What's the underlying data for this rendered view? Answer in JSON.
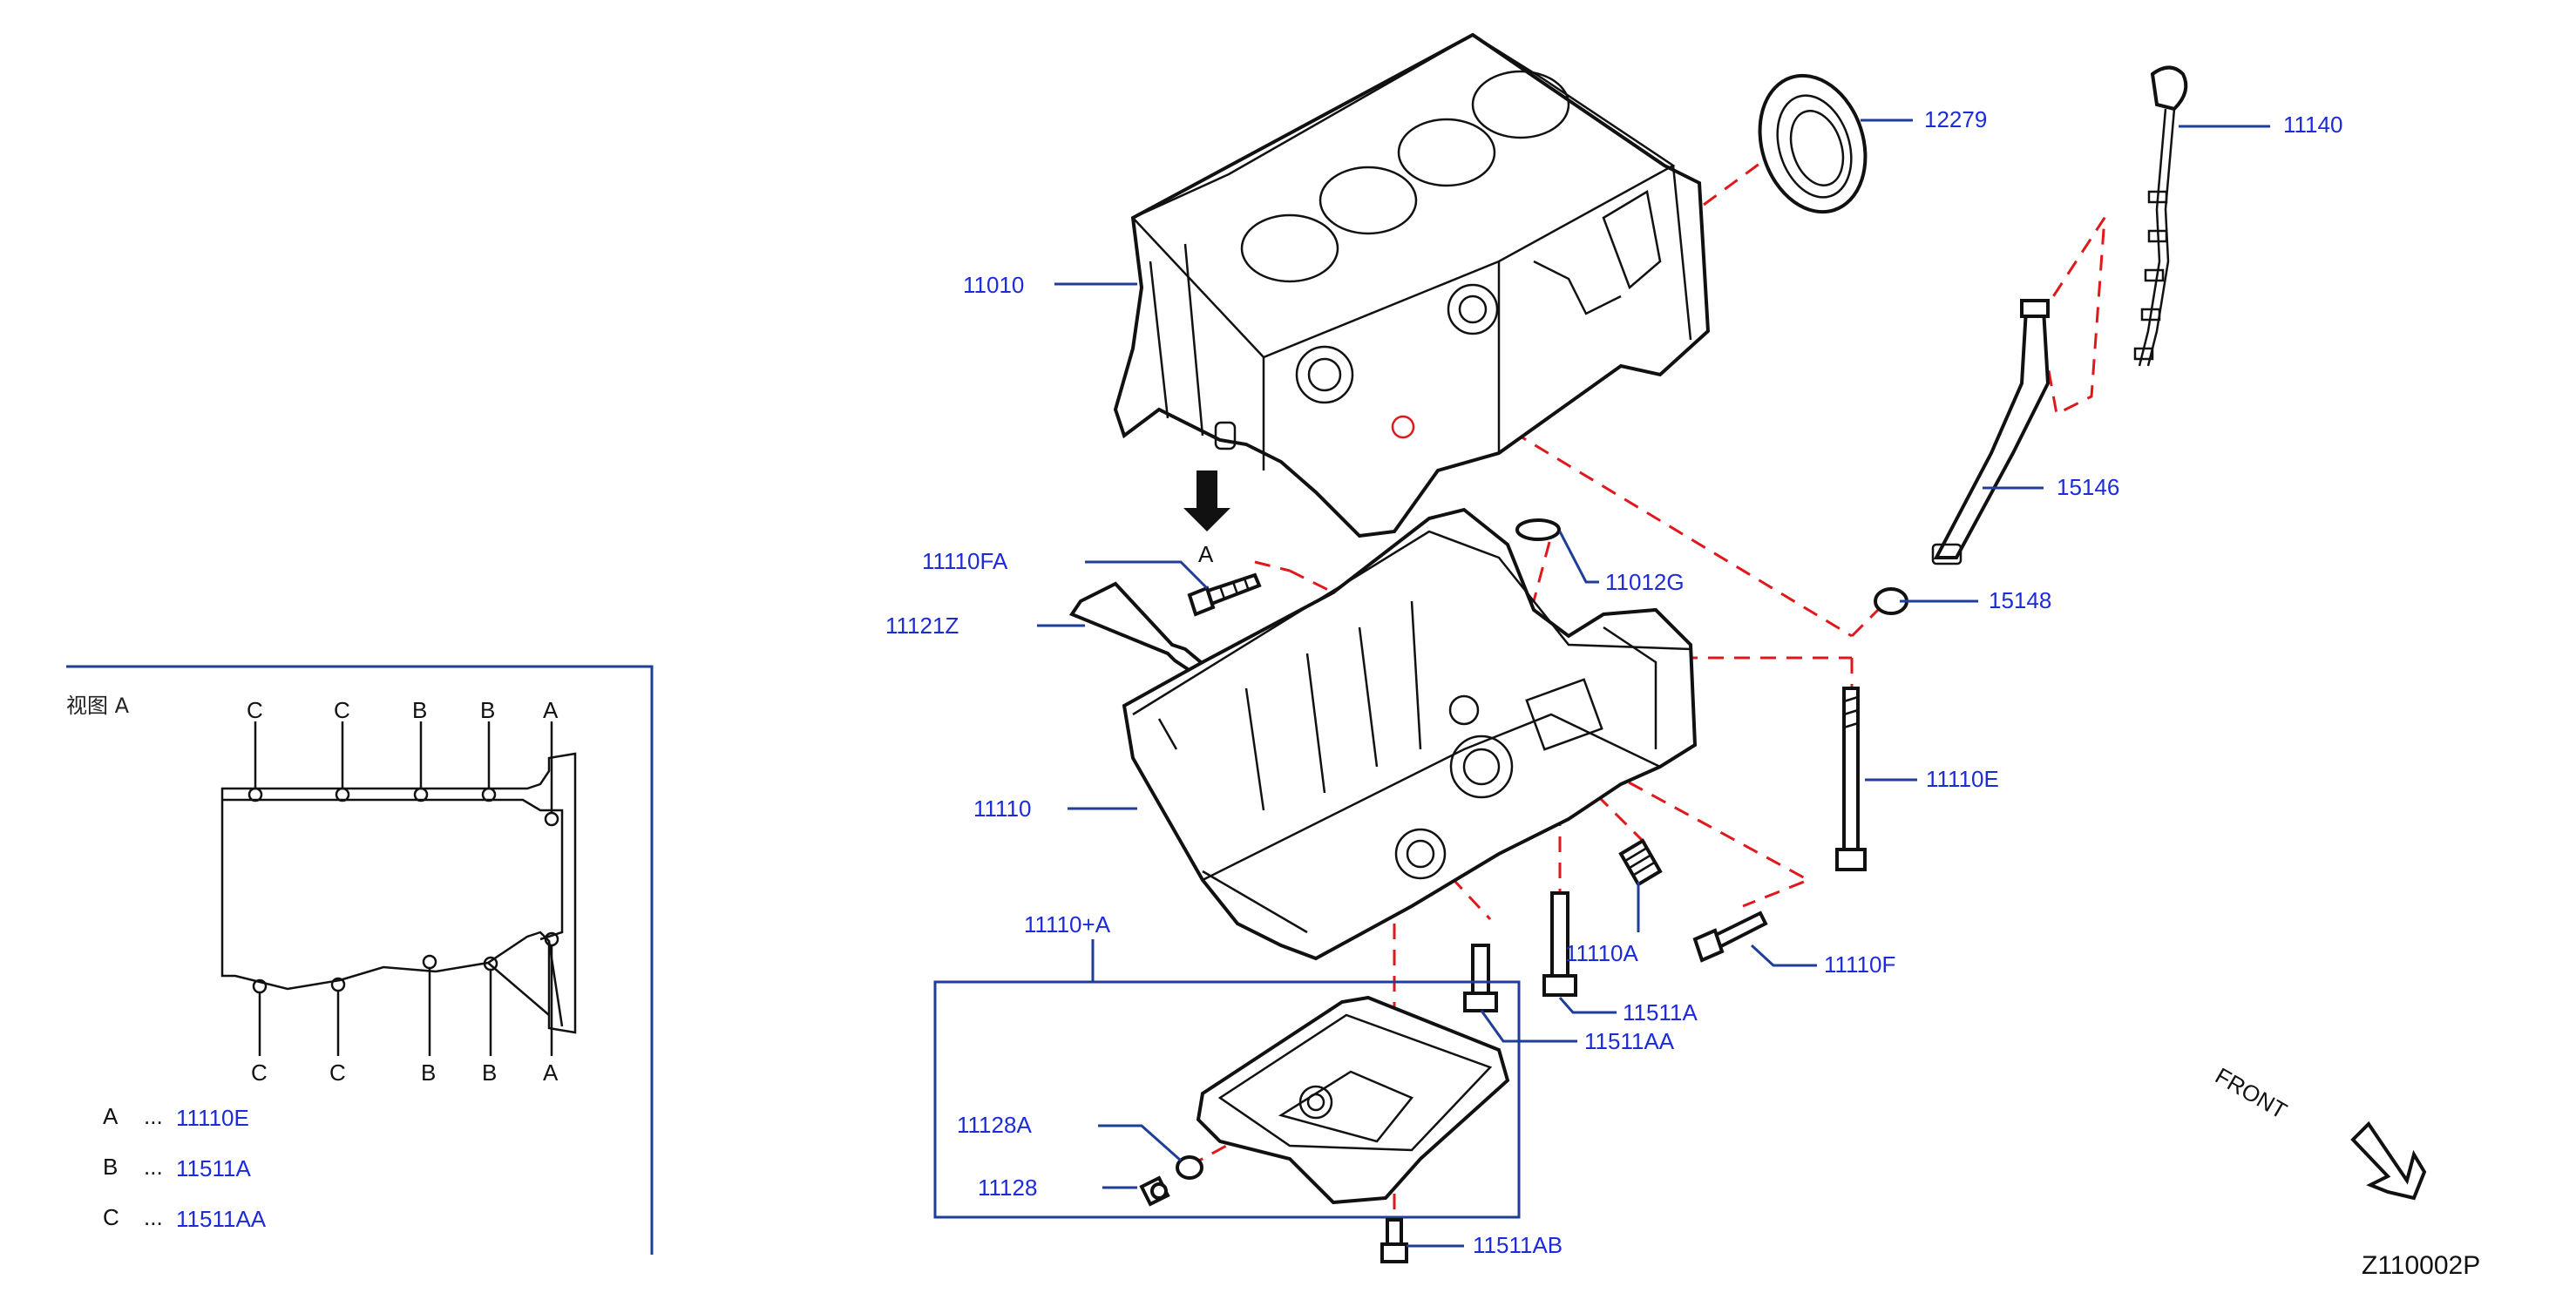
{
  "figure_code": "Z110002P",
  "front_label": "FRONT",
  "view_arrow_letter": "A",
  "callouts": [
    {
      "id": "11010",
      "text": "11010"
    },
    {
      "id": "12279",
      "text": "12279"
    },
    {
      "id": "11140",
      "text": "11140"
    },
    {
      "id": "15146",
      "text": "15146"
    },
    {
      "id": "15148",
      "text": "15148"
    },
    {
      "id": "11110FA",
      "text": "11110FA"
    },
    {
      "id": "11012G",
      "text": "11012G"
    },
    {
      "id": "11121Z",
      "text": "11121Z"
    },
    {
      "id": "11110",
      "text": "11110"
    },
    {
      "id": "11110E",
      "text": "11110E"
    },
    {
      "id": "11110A",
      "text": "11110A"
    },
    {
      "id": "11110F",
      "text": "11110F"
    },
    {
      "id": "11511A",
      "text": "11511A"
    },
    {
      "id": "11511AA",
      "text": "11511AA"
    },
    {
      "id": "11110+A",
      "text": "11110+A"
    },
    {
      "id": "11128A",
      "text": "11128A"
    },
    {
      "id": "11128",
      "text": "11128"
    },
    {
      "id": "11511AB",
      "text": "11511AB"
    }
  ],
  "view_a": {
    "title": "视图 A",
    "top_letters": [
      "C",
      "C",
      "B",
      "B",
      "A"
    ],
    "bottom_letters": [
      "C",
      "C",
      "B",
      "B",
      "A"
    ],
    "legend": [
      {
        "letter": "A",
        "dots": "...",
        "part": "11110E"
      },
      {
        "letter": "B",
        "dots": "...",
        "part": "11511A"
      },
      {
        "letter": "C",
        "dots": "...",
        "part": "11511AA"
      }
    ]
  }
}
